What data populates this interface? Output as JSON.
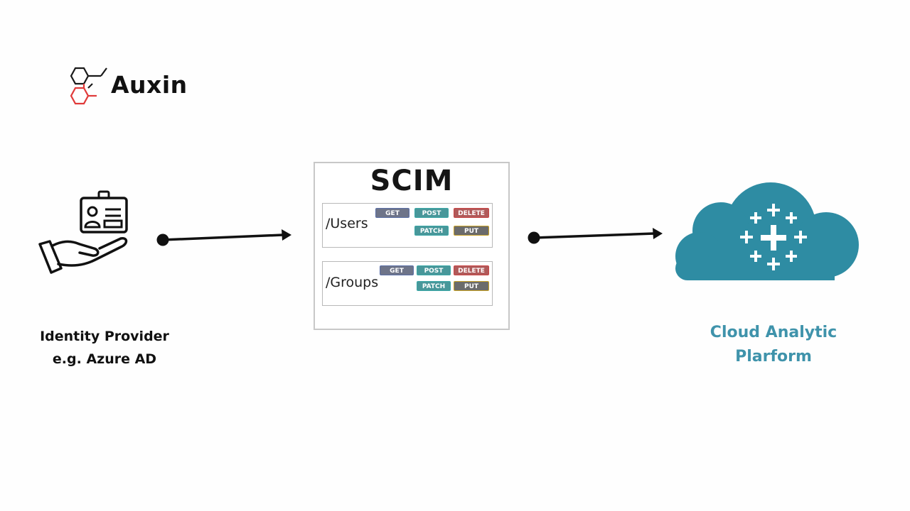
{
  "logo": {
    "text": "Auxin",
    "red": "#e03a3a",
    "dark": "#1a1a1a"
  },
  "identity_provider": {
    "icon": "identity-hand-badge-icon",
    "line1": "Identity Provider",
    "line2": "e.g. Azure AD"
  },
  "scim": {
    "title": "SCIM",
    "endpoints": [
      {
        "path": "/Users",
        "methods": [
          {
            "label": "GET",
            "color": "#6e7489",
            "border": "#5a6ea6"
          },
          {
            "label": "POST",
            "color": "#48979a",
            "border": "#3aa7a6"
          },
          {
            "label": "DELETE",
            "color": "#b05a5a",
            "border": "#c94545"
          },
          {
            "label": "PATCH",
            "color": "#48979a",
            "border": "#3aa7a6"
          },
          {
            "label": "PUT",
            "color": "#6b6b6b",
            "border": "#c9a227"
          }
        ]
      },
      {
        "path": "/Groups",
        "methods": [
          {
            "label": "GET",
            "color": "#6e7489",
            "border": "#5a6ea6"
          },
          {
            "label": "POST",
            "color": "#48979a",
            "border": "#3aa7a6"
          },
          {
            "label": "DELETE",
            "color": "#b05a5a",
            "border": "#c94545"
          },
          {
            "label": "PATCH",
            "color": "#48979a",
            "border": "#3aa7a6"
          },
          {
            "label": "PUT",
            "color": "#6b6b6b",
            "border": "#c9a227"
          }
        ]
      }
    ]
  },
  "cloud": {
    "icon": "tableau-cloud-icon",
    "line1": "Cloud Analytic",
    "line2": "Plarform",
    "color": "#2e8ca3",
    "text_color": "#3f93ab"
  }
}
